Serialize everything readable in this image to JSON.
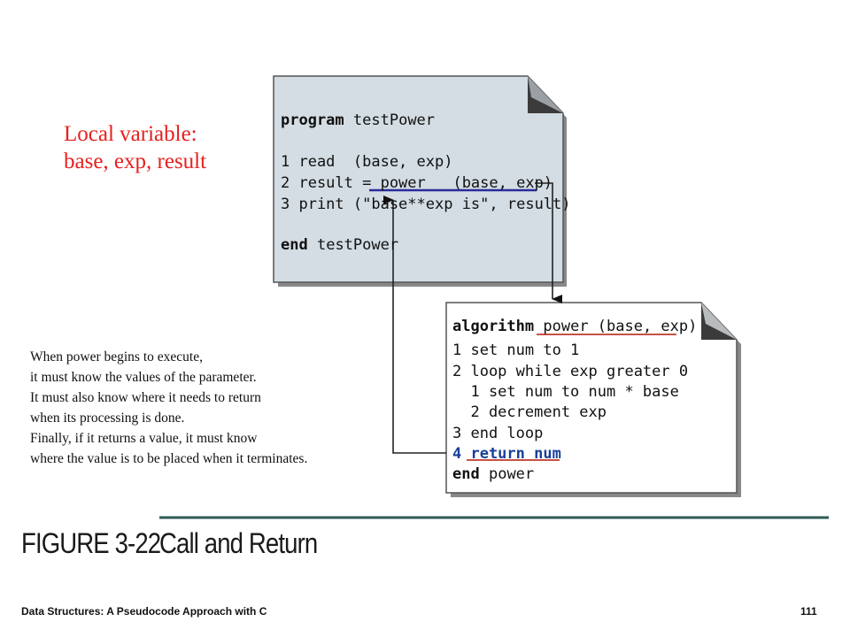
{
  "annotation": {
    "lines": [
      "Local variable:",
      "base, exp, result"
    ],
    "color": "#e8201e"
  },
  "program_box": {
    "fill": "#d3dde3",
    "header_keyword": "program",
    "header_name": "testPower",
    "line1": "1 read  (base, exp)",
    "line2": "2 result = power   (base, exp)",
    "line3": "3 print (\"base**exp is\", result)",
    "footer_keyword": "end",
    "footer_name": "testPower"
  },
  "algorithm_box": {
    "fill": "#ffffff",
    "header_keyword": "algorithm",
    "header_name": "power (base, exp)",
    "line1": "1 set num to 1",
    "line2": "2 loop while exp greater 0",
    "line3": "  1 set num to num * base",
    "line4": "  2 decrement exp",
    "line5": "3 end loop",
    "line6": "4 return num",
    "footer_keyword": "end",
    "footer_name": "power"
  },
  "explanation": [
    "When power begins to execute,",
    "it must know the values of the parameter.",
    "It must also know where it needs to return",
    "when its processing is done.",
    "Finally, if it returns a value, it must know",
    "where the value is to be placed when it terminates."
  ],
  "figure": {
    "number": "FIGURE 3-22",
    "title": "Call and Return",
    "rule_color": "#2f5a58"
  },
  "footer": {
    "book_title": "Data Structures: A Pseudocode Approach with C",
    "page_number": "111"
  }
}
